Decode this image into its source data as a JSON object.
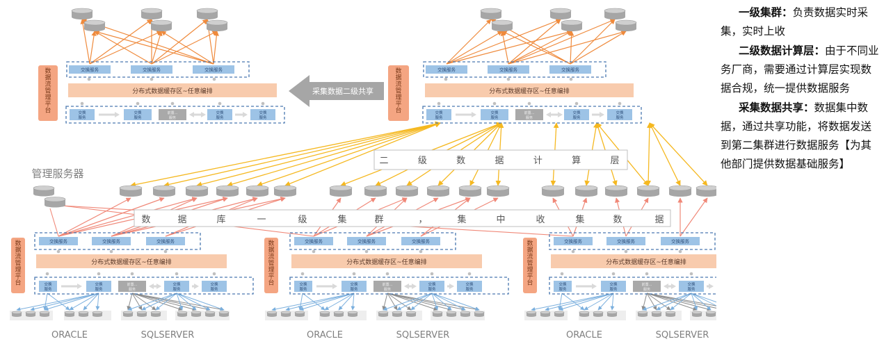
{
  "diagram": {
    "labels": {
      "platform_vertical": "数据流管理平台",
      "exchange_service": "交换服务",
      "exchange_short": "交换",
      "service_short": "服务",
      "middle_box": "前置交换",
      "cache_bar": "分布式数据缓存区~任意编排",
      "share_arrow": "采集数据二级共享",
      "compute_layer": "二级数据计算层",
      "mgmt_server": "管理服务器",
      "cluster_band": "数据库一级集群，集中收集数据",
      "db_left": "ORACLE",
      "db_right": "SQLSERVER"
    },
    "colors": {
      "orange_line": "#ef8a3c",
      "yellow_line": "#f5b820",
      "salmon_line": "#f08878",
      "blue_line": "#7cb0de",
      "gray_line": "#8d8d8d",
      "service_box": "#9dc3e6",
      "cache_bar": "#f8cbad",
      "platform_box": "#f4a582",
      "dashed_border": "#4a78b0"
    }
  },
  "notes": [
    {
      "title": "一级集群：",
      "body": "负责数据实时采集，实时上收"
    },
    {
      "title": "二级数据计算层：",
      "body": "由于不同业务厂商，需要通过计算层实现数据合规，统一提供数据服务"
    },
    {
      "title": "采集数据共享：",
      "body": "数据集中数据，通过共享功能，将数据发送到第二集群进行数据服务【为其他部门提供数据基础服务】"
    }
  ]
}
